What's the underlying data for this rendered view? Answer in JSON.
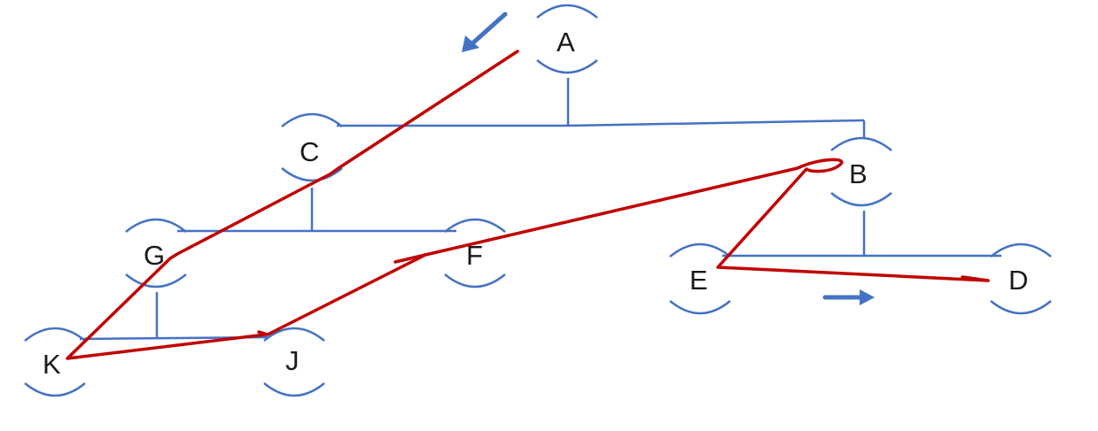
{
  "diagram": {
    "nodes": [
      {
        "id": "A",
        "label": "A"
      },
      {
        "id": "B",
        "label": "B"
      },
      {
        "id": "C",
        "label": "C"
      },
      {
        "id": "D",
        "label": "D"
      },
      {
        "id": "E",
        "label": "E"
      },
      {
        "id": "F",
        "label": "F"
      },
      {
        "id": "G",
        "label": "G"
      },
      {
        "id": "J",
        "label": "J"
      },
      {
        "id": "K",
        "label": "K"
      }
    ],
    "tree_edges": [
      [
        "A",
        "C"
      ],
      [
        "A",
        "B"
      ],
      [
        "C",
        "G"
      ],
      [
        "C",
        "F"
      ],
      [
        "B",
        "E"
      ],
      [
        "B",
        "D"
      ],
      [
        "G",
        "K"
      ],
      [
        "G",
        "J"
      ]
    ],
    "traversal_order": [
      "A",
      "C",
      "G",
      "K",
      "J",
      "F",
      "B",
      "E",
      "D"
    ],
    "colors": {
      "tree": "#4472c4",
      "traversal": "#c00000",
      "label": "#1a1a1a"
    }
  }
}
